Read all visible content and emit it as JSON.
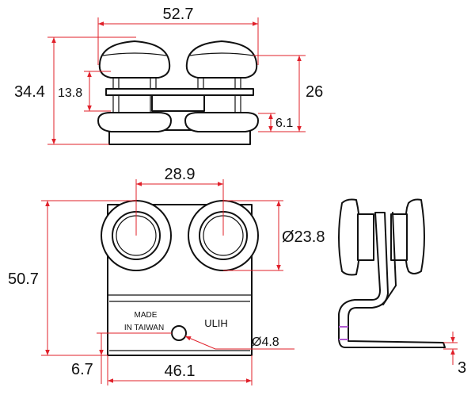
{
  "dimensions": {
    "top_width": "52.7",
    "top_height": "34.4",
    "top_inner": "13.8",
    "top_right": "26",
    "top_small": "6.1",
    "wheel_spacing": "28.9",
    "wheel_diameter": "Ø23.8",
    "front_height": "50.7",
    "bottom_offset": "6.7",
    "bottom_width": "46.1",
    "hole_diameter": "Ø4.8",
    "side_small": "3"
  },
  "markings": {
    "line1": "MADE",
    "line2": "IN TAIWAN",
    "brand": "ULIH"
  },
  "colors": {
    "dimension": "#e0202a",
    "outline": "#111111",
    "tag": "#b05ad0"
  }
}
